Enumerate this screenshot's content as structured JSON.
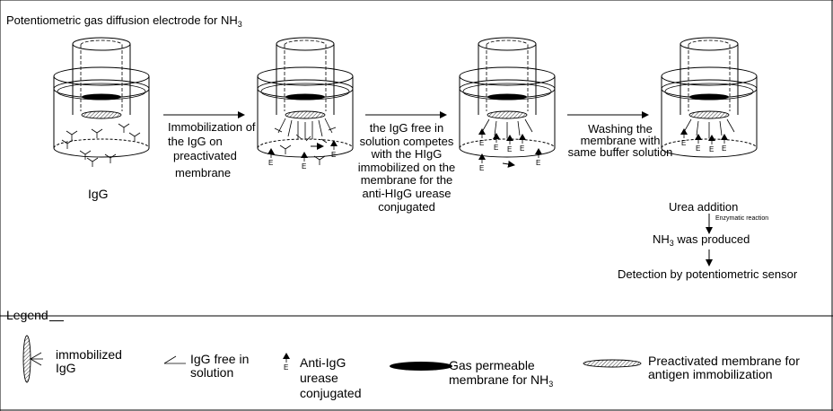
{
  "title": {
    "text": "Potentiometric gas diffusion electrode for NH",
    "sub": "3"
  },
  "labels": {
    "igg": "IgG",
    "step1": [
      "Immobilization of",
      "the IgG on",
      "preactivated",
      "membrane"
    ],
    "step2": [
      "the IgG free in",
      "solution competes",
      "with the HIgG",
      "immobilized on the",
      "membrane for the",
      "anti-HIgG urease",
      "conjugated"
    ],
    "step3": [
      "Washing the",
      "membrane with",
      "same buffer solution"
    ],
    "urea_addition": "Urea addition",
    "enzymatic_reaction": "Enzymatic reaction",
    "nh3_produced": {
      "pre": "NH",
      "sub": "3",
      "post": " was produced"
    },
    "detection": "Detection by potentiometric  sensor",
    "enzyme_letter": "E"
  },
  "legend": {
    "heading": "Legend",
    "items": [
      {
        "lines": [
          "immobilized",
          "IgG"
        ]
      },
      {
        "lines": [
          "IgG free in",
          "solution"
        ]
      },
      {
        "lines": [
          "Anti-IgG",
          "urease",
          "conjugated"
        ]
      },
      {
        "lines": [
          "Gas permeable",
          "membrane for NH"
        ],
        "sub": "3"
      },
      {
        "lines": [
          "Preactivated membrane for",
          "antigen immobilization"
        ]
      }
    ]
  }
}
